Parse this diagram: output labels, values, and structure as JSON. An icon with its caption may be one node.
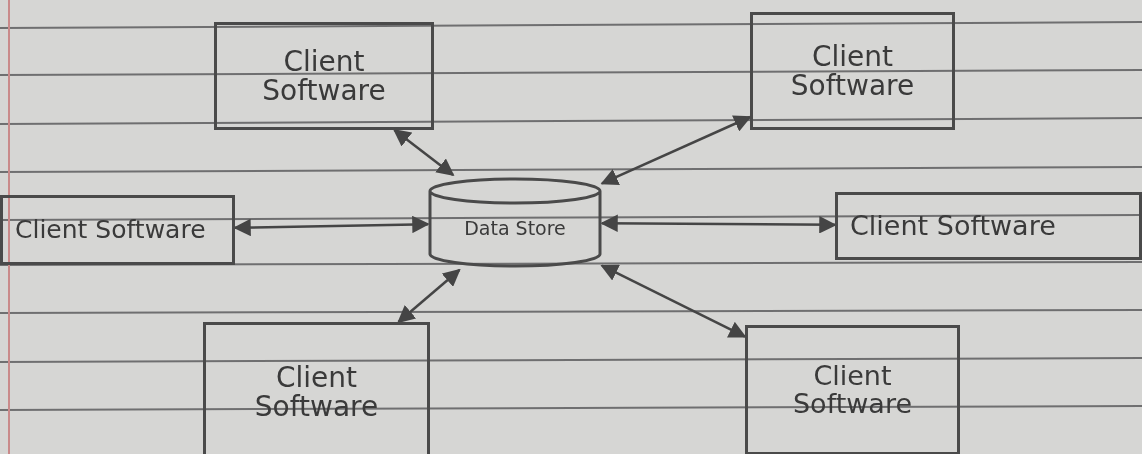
{
  "diagram": {
    "nodes": [
      {
        "text": [
          "Client Software"
        ]
      },
      {
        "text": [
          "Client Software"
        ]
      },
      {
        "text": [
          "Client Software"
        ]
      },
      {
        "text": [
          "Data Store"
        ]
      },
      {
        "text": [
          "Client Software"
        ]
      },
      {
        "text": [
          "Client Software"
        ]
      },
      {
        "text": [
          "Client Software"
        ]
      }
    ],
    "edges": [
      {
        "from": 3,
        "to": 0,
        "arrow": "both"
      },
      {
        "from": 3,
        "to": 1,
        "arrow": "both"
      },
      {
        "from": 3,
        "to": 2,
        "arrow": "both"
      },
      {
        "from": 3,
        "to": 4,
        "arrow": "both"
      },
      {
        "from": 3,
        "to": 5,
        "arrow": "both"
      },
      {
        "from": 3,
        "to": 6,
        "arrow": "both"
      }
    ]
  }
}
